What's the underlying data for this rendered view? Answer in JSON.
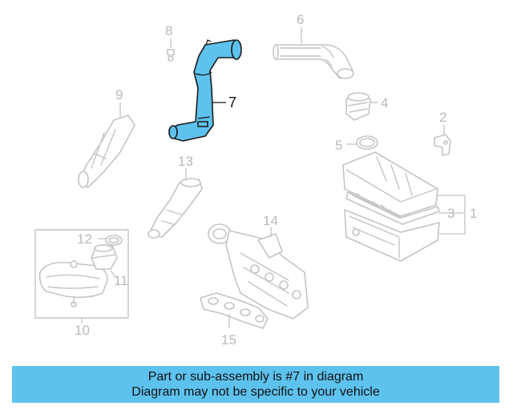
{
  "diagram": {
    "highlighted_part": "7",
    "highlight_color": "#5ec2ee",
    "callouts": [
      "1",
      "2",
      "3",
      "4",
      "5",
      "6",
      "7",
      "8",
      "9",
      "10",
      "11",
      "12",
      "13",
      "14",
      "15"
    ]
  },
  "banner": {
    "line1": "Part or sub-assembly is #7 in diagram",
    "line2": "Diagram may not be specific to your vehicle"
  }
}
